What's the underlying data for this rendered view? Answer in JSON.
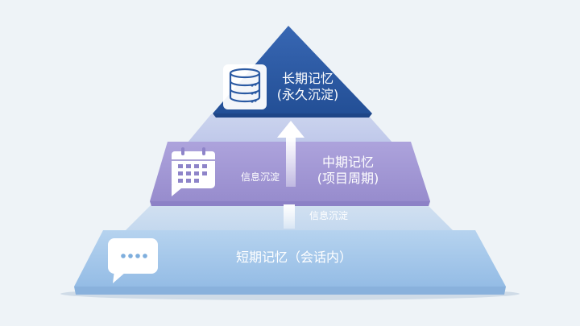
{
  "colors": {
    "background": "#eef3f7",
    "top_layer": "#2b5aa3",
    "middle_layer": "#a49ad6",
    "bottom_layer": "#a7c9ea",
    "band": "#c9dcef",
    "icon_fill": "#ffffff"
  },
  "layers": {
    "long_term": {
      "line1": "长期记忆",
      "line2": "(永久沉淀)",
      "icon": "database-icon"
    },
    "mid_term": {
      "line1": "中期记忆",
      "line2": "(项目周期)",
      "icon": "calendar-icon"
    },
    "short_term": {
      "line1": "短期记忆（会话内）",
      "icon": "chat-bubble-icon"
    }
  },
  "flows": {
    "short_to_mid": "信息沉淀",
    "mid_to_long": "信息沉淀"
  }
}
